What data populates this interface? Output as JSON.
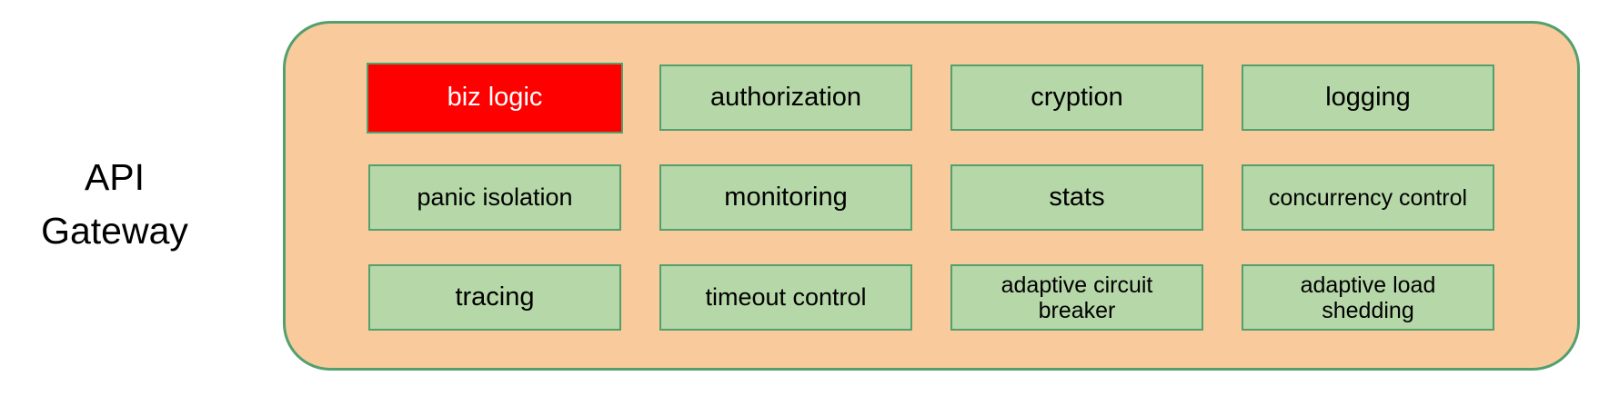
{
  "diagram": {
    "title": "API Gateway",
    "colors": {
      "container_fill": "#f9cb9c",
      "container_border": "#53a06e",
      "box_fill": "#b6d7a8",
      "box_border": "#53a06e",
      "highlight_fill": "#ff0000",
      "highlight_text": "#ffffff",
      "text": "#000000"
    },
    "boxes": [
      {
        "label": "biz logic",
        "highlighted": true
      },
      {
        "label": "authorization",
        "highlighted": false
      },
      {
        "label": "cryption",
        "highlighted": false
      },
      {
        "label": "logging",
        "highlighted": false
      },
      {
        "label": "panic isolation",
        "highlighted": false
      },
      {
        "label": "monitoring",
        "highlighted": false
      },
      {
        "label": "stats",
        "highlighted": false
      },
      {
        "label": "concurrency control",
        "highlighted": false
      },
      {
        "label": "tracing",
        "highlighted": false
      },
      {
        "label": "timeout control",
        "highlighted": false
      },
      {
        "label": "adaptive circuit breaker",
        "highlighted": false
      },
      {
        "label": "adaptive load shedding",
        "highlighted": false
      }
    ]
  }
}
